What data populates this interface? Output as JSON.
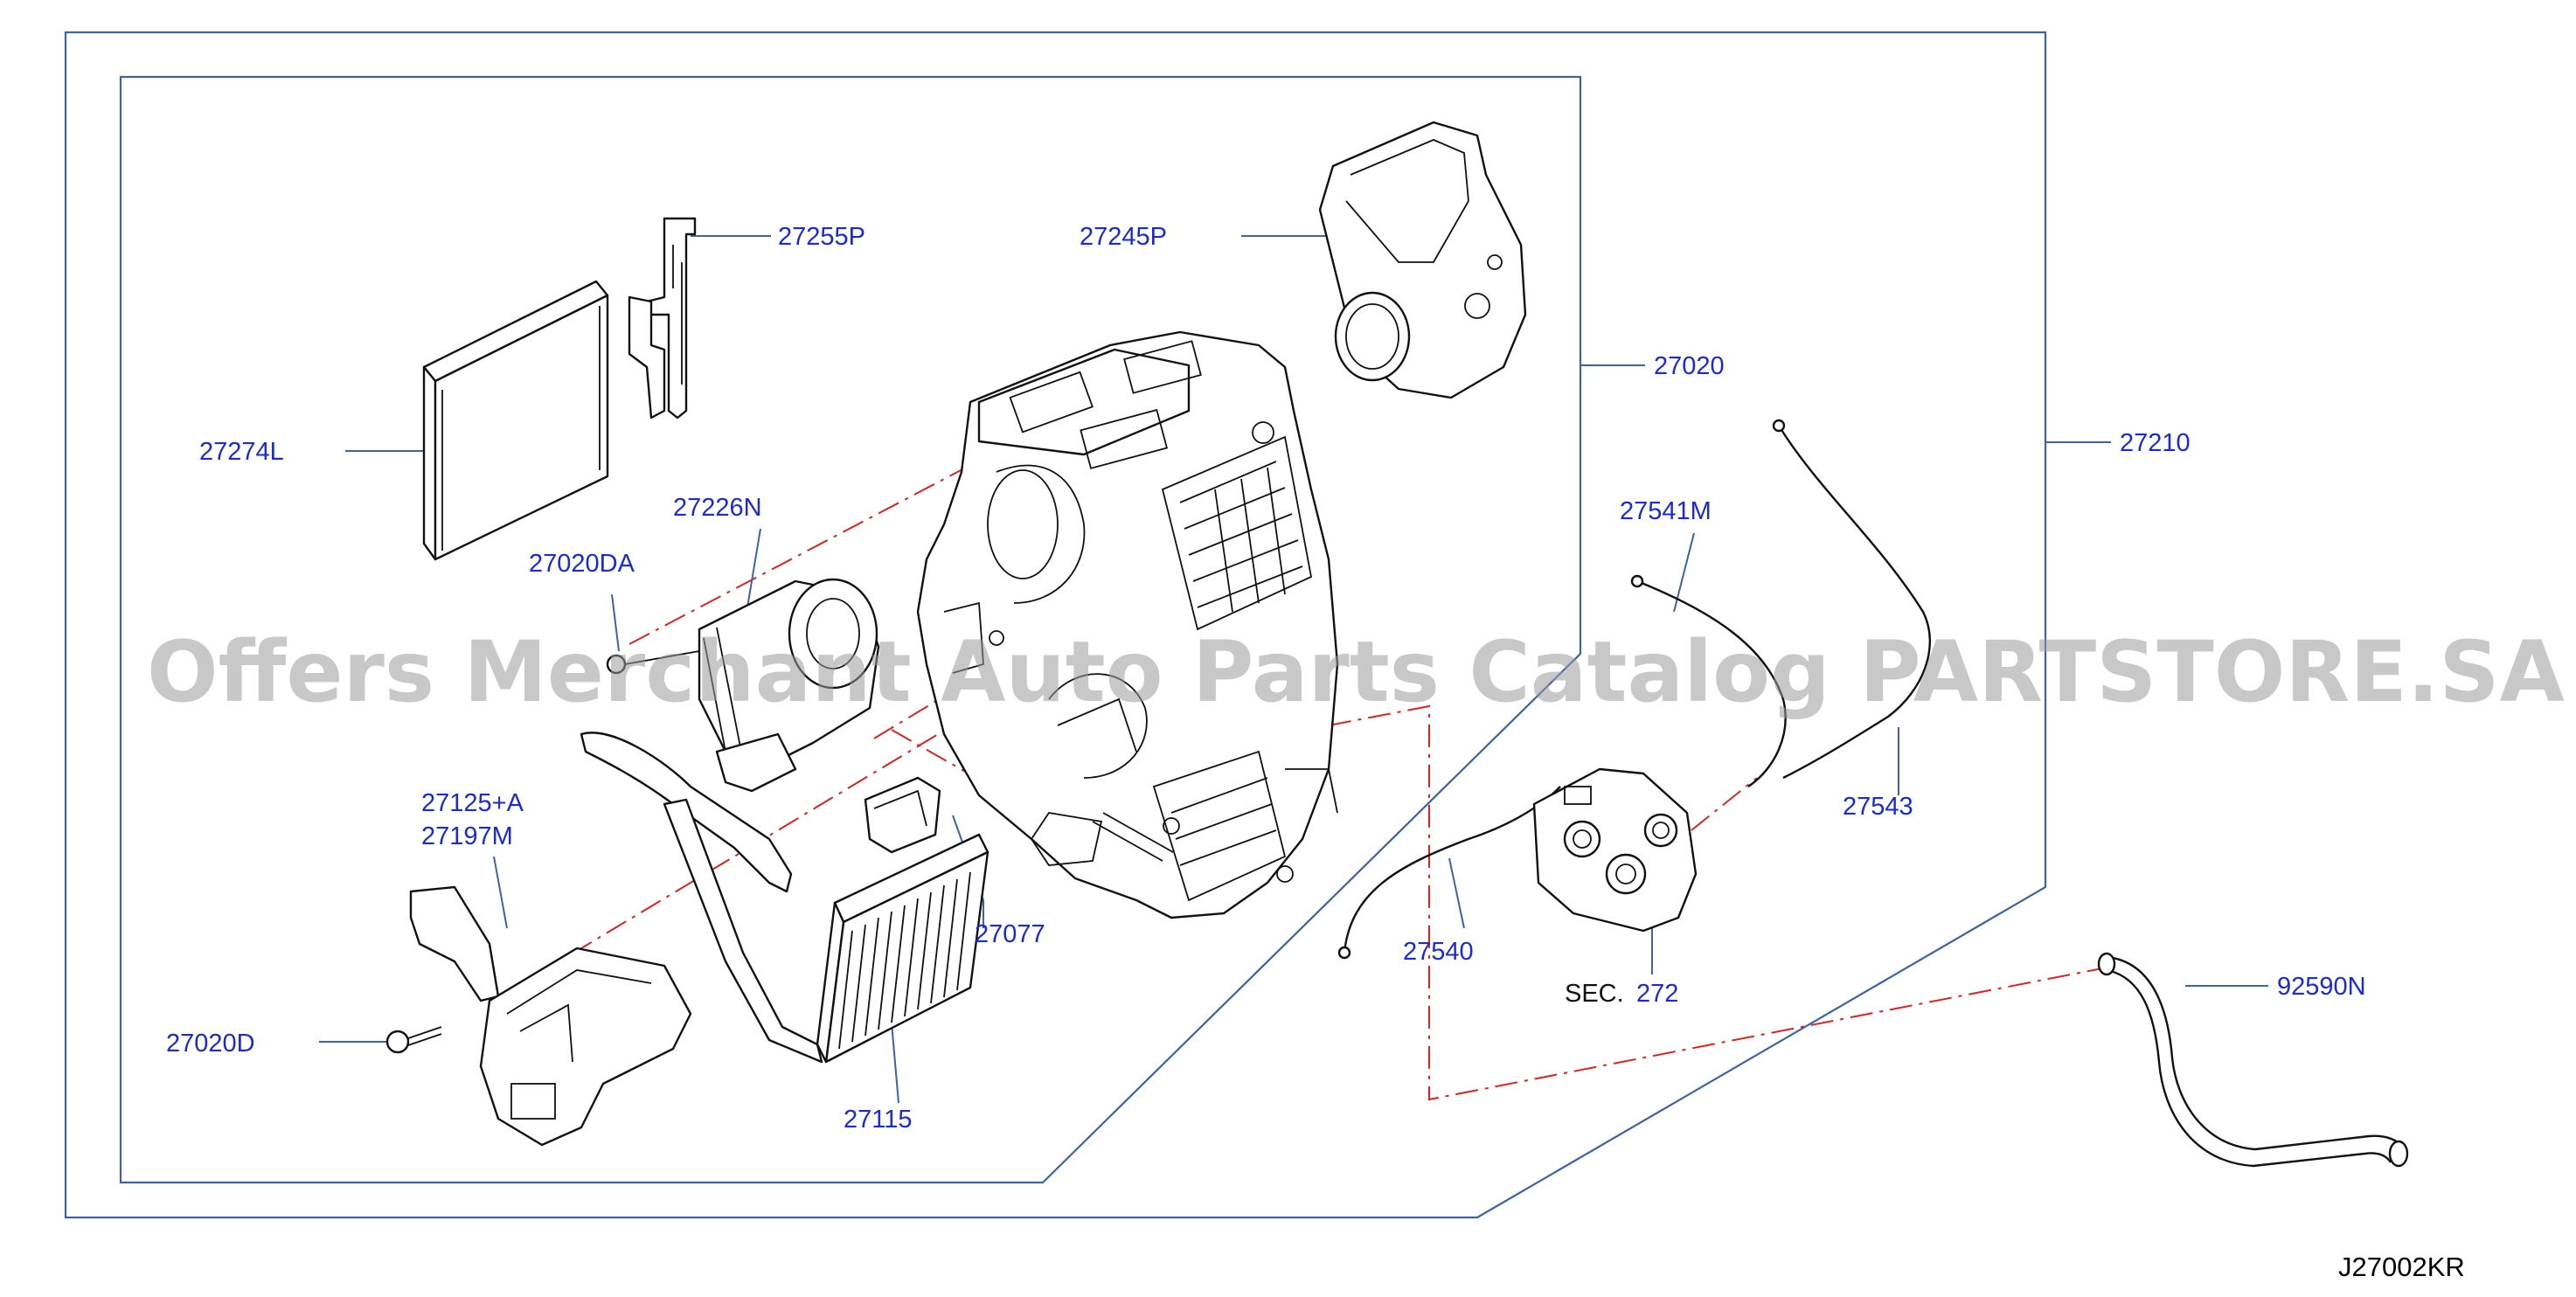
{
  "watermark": "Offers Merchant Auto Parts Catalog PARTSTORE.SA",
  "diagram_code": "J27002KR",
  "labels": {
    "p27255P": "27255P",
    "p27245P": "27245P",
    "p27020": "27020",
    "p27210": "27210",
    "p27274L": "27274L",
    "p27226N": "27226N",
    "p27020DA": "27020DA",
    "p27541M": "27541M",
    "p27543": "27543",
    "p27125A": "27125+A",
    "p27197M": "27197M",
    "p27077": "27077",
    "p27540": "27540",
    "sec_prefix": "SEC.",
    "sec_num": "272",
    "p92590N": "92590N",
    "p27020D": "27020D",
    "p27115": "27115"
  }
}
